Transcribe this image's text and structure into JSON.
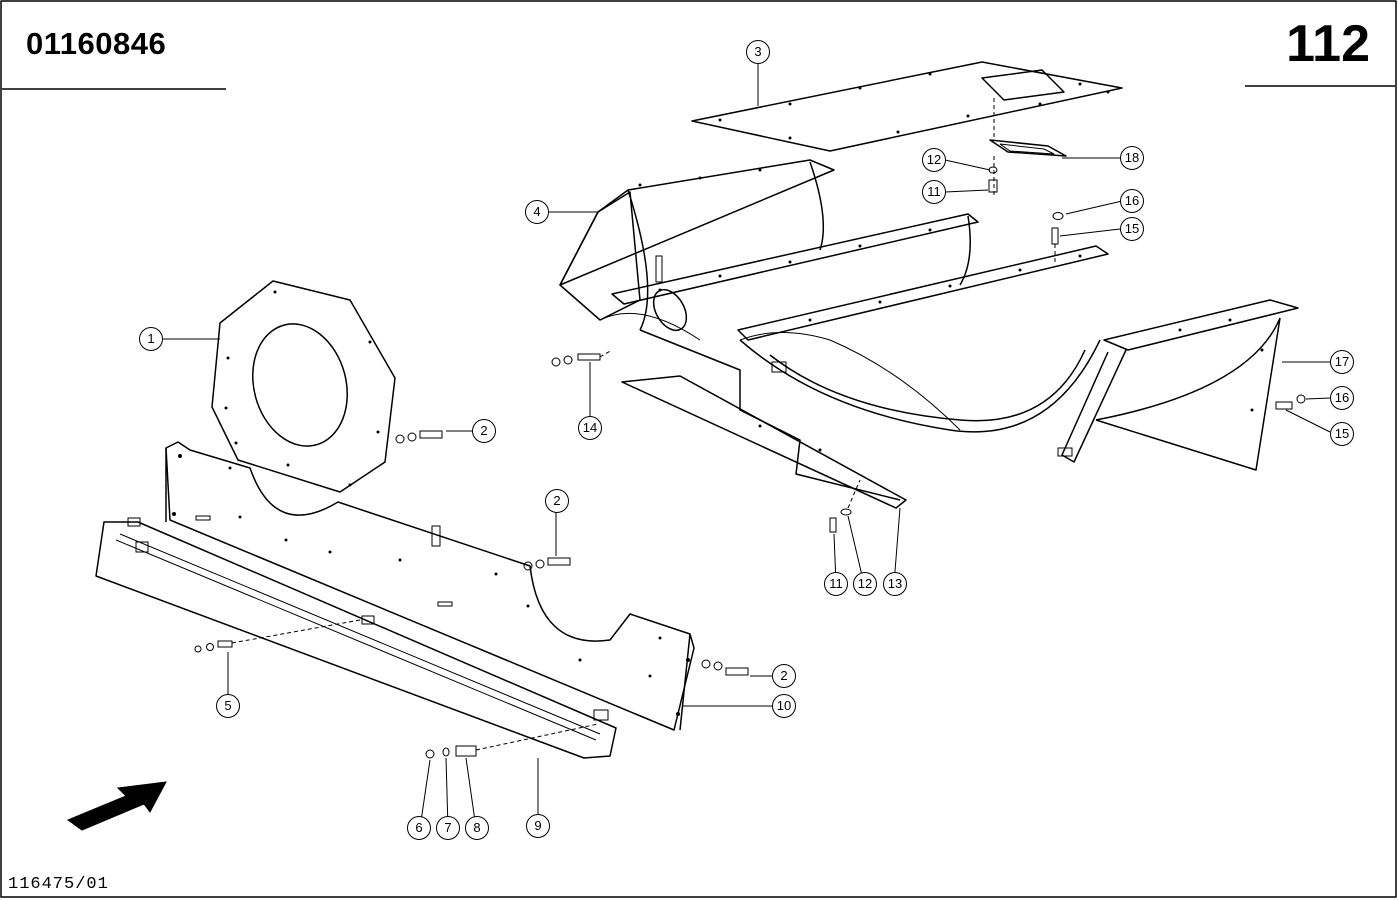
{
  "header": {
    "document_number": "01160846",
    "page_number": "112"
  },
  "footer": {
    "reference": "116475/01"
  },
  "callouts": [
    {
      "id": "c1",
      "label": "1"
    },
    {
      "id": "c2a",
      "label": "2"
    },
    {
      "id": "c2b",
      "label": "2"
    },
    {
      "id": "c2c",
      "label": "2"
    },
    {
      "id": "c3",
      "label": "3"
    },
    {
      "id": "c4",
      "label": "4"
    },
    {
      "id": "c5",
      "label": "5"
    },
    {
      "id": "c6",
      "label": "6"
    },
    {
      "id": "c7",
      "label": "7"
    },
    {
      "id": "c8",
      "label": "8"
    },
    {
      "id": "c9",
      "label": "9"
    },
    {
      "id": "c10",
      "label": "10"
    },
    {
      "id": "c11a",
      "label": "11"
    },
    {
      "id": "c11b",
      "label": "11"
    },
    {
      "id": "c12a",
      "label": "12"
    },
    {
      "id": "c12b",
      "label": "12"
    },
    {
      "id": "c13",
      "label": "13"
    },
    {
      "id": "c14",
      "label": "14"
    },
    {
      "id": "c15a",
      "label": "15"
    },
    {
      "id": "c15b",
      "label": "15"
    },
    {
      "id": "c16a",
      "label": "16"
    },
    {
      "id": "c16b",
      "label": "16"
    },
    {
      "id": "c17",
      "label": "17"
    },
    {
      "id": "c18",
      "label": "18"
    }
  ]
}
